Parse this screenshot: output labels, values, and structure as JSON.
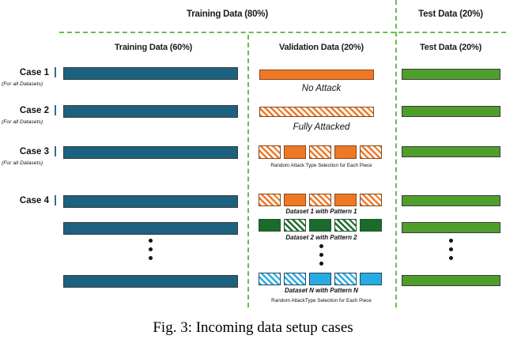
{
  "figure": {
    "caption": "Fig. 3: Incoming data setup cases",
    "accent_dashed_color": "#5ec24a",
    "colors": {
      "training_blue": "#1d6180",
      "validation_orange": "#ef7827",
      "test_green": "#4e9e2c",
      "dataset2_dark_green": "#1b6b2c",
      "datasetN_cyan": "#29abe2"
    }
  },
  "headers": {
    "top": {
      "training": "Training Data (80%)",
      "test": "Test Data (20%)"
    },
    "sub": {
      "training": "Training Data (60%)",
      "validation": "Validation Data (20%)",
      "test": "Test Data (20%)"
    }
  },
  "cases": [
    {
      "label": "Case 1",
      "sublabel": "(For all Datasets)"
    },
    {
      "label": "Case 2",
      "sublabel": "(For all Datasets)"
    },
    {
      "label": "Case 3",
      "sublabel": "(For all Datasets)"
    },
    {
      "label": "Case 4",
      "sublabel": ""
    }
  ],
  "annotations": {
    "case1_note": "No Attack",
    "case2_note": "Fully Attacked",
    "case3_note": "Random Attack Type Selection for Each Piece",
    "case4_dataset1": "Dataset 1 with Pattern 1",
    "case4_dataset2": "Dataset 2 with Pattern 2",
    "case4_datasetN": "Dataset N with Pattern N",
    "case4_note": "Random AttackType Selection for Each Piece"
  },
  "chart_data": {
    "type": "diagram",
    "splits": [
      {
        "name": "Training Data",
        "percent": 60
      },
      {
        "name": "Validation Data",
        "percent": 20
      },
      {
        "name": "Test Data",
        "percent": 20
      }
    ],
    "rows": [
      {
        "case": "Case 1",
        "training": [
          {
            "fill": "solid",
            "color": "blue"
          }
        ],
        "validation": [
          {
            "fill": "solid",
            "color": "orange"
          }
        ],
        "test": [
          {
            "fill": "solid",
            "color": "green"
          }
        ]
      },
      {
        "case": "Case 2",
        "training": [
          {
            "fill": "solid",
            "color": "blue"
          }
        ],
        "validation": [
          {
            "fill": "hatched",
            "color": "orange"
          }
        ],
        "test": [
          {
            "fill": "solid",
            "color": "green"
          }
        ]
      },
      {
        "case": "Case 3",
        "training": [
          {
            "fill": "solid",
            "color": "blue"
          }
        ],
        "validation": [
          {
            "fill": "hatched",
            "color": "orange"
          },
          {
            "fill": "solid",
            "color": "orange"
          },
          {
            "fill": "hatched",
            "color": "orange"
          },
          {
            "fill": "solid",
            "color": "orange"
          },
          {
            "fill": "hatched",
            "color": "orange"
          }
        ],
        "test": [
          {
            "fill": "solid",
            "color": "green"
          }
        ]
      },
      {
        "case": "Case 4",
        "datasets": [
          {
            "name": "Dataset 1 with Pattern 1",
            "training": [
              {
                "fill": "solid",
                "color": "blue"
              }
            ],
            "validation": [
              {
                "fill": "hatched",
                "color": "orange"
              },
              {
                "fill": "solid",
                "color": "orange"
              },
              {
                "fill": "hatched",
                "color": "orange"
              },
              {
                "fill": "solid",
                "color": "orange"
              },
              {
                "fill": "hatched",
                "color": "orange"
              }
            ],
            "test": [
              {
                "fill": "solid",
                "color": "green"
              }
            ]
          },
          {
            "name": "Dataset 2 with Pattern 2",
            "training": [
              {
                "fill": "solid",
                "color": "blue"
              }
            ],
            "validation": [
              {
                "fill": "solid",
                "color": "dgreen"
              },
              {
                "fill": "hatched",
                "color": "dgreen"
              },
              {
                "fill": "solid",
                "color": "dgreen"
              },
              {
                "fill": "hatched",
                "color": "dgreen"
              },
              {
                "fill": "solid",
                "color": "dgreen"
              }
            ],
            "test": [
              {
                "fill": "solid",
                "color": "green"
              }
            ]
          },
          {
            "name": "Dataset N with Pattern N",
            "training": [
              {
                "fill": "solid",
                "color": "blue"
              }
            ],
            "validation": [
              {
                "fill": "hatched",
                "color": "cyan"
              },
              {
                "fill": "hatched",
                "color": "cyan"
              },
              {
                "fill": "solid",
                "color": "cyan"
              },
              {
                "fill": "hatched",
                "color": "cyan"
              },
              {
                "fill": "solid",
                "color": "cyan"
              }
            ],
            "test": [
              {
                "fill": "solid",
                "color": "green"
              }
            ]
          }
        ]
      }
    ]
  }
}
